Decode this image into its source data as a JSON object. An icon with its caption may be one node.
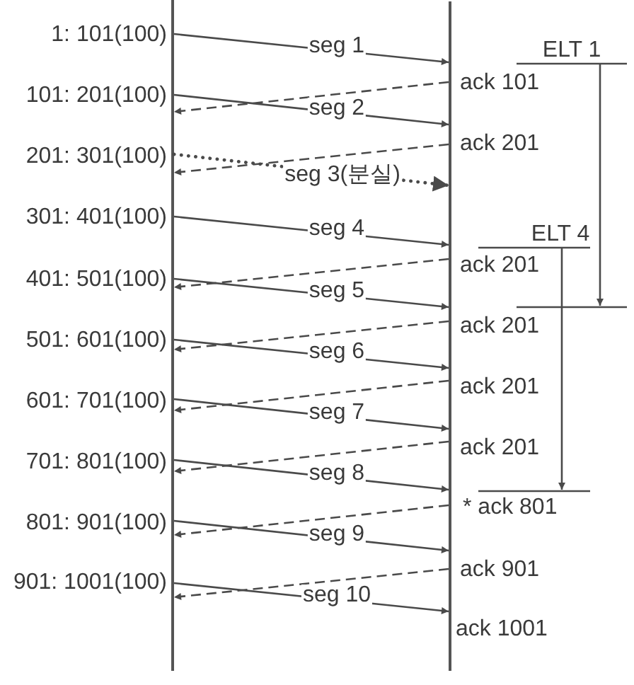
{
  "diagram": {
    "nodes": [
      {
        "text": [],
        "shape": "line"
      },
      {
        "text": [],
        "shape": "line"
      }
    ],
    "edges": [
      {
        "from": 0,
        "to": 1,
        "arrow": "to",
        "label": "seg 1"
      },
      {
        "from": 1,
        "to": 0,
        "arrow": "to",
        "style": "dashed"
      },
      {
        "from": 0,
        "to": 1,
        "arrow": "to",
        "label": "seg 2"
      },
      {
        "from": 1,
        "to": 0,
        "arrow": "to",
        "style": "dashed"
      },
      {
        "from": 0,
        "to": 1,
        "arrow": "to",
        "label": "seg 3(분실)",
        "style": "dashed"
      },
      {
        "from": 0,
        "to": 1,
        "arrow": "to",
        "label": "seg 4"
      },
      {
        "from": 1,
        "to": 0,
        "arrow": "to",
        "style": "dashed"
      },
      {
        "from": 0,
        "to": 1,
        "arrow": "to",
        "label": "seg 5"
      },
      {
        "from": 1,
        "to": 0,
        "arrow": "to",
        "style": "dashed"
      },
      {
        "from": 0,
        "to": 1,
        "arrow": "to",
        "label": "seg 6"
      },
      {
        "from": 1,
        "to": 0,
        "arrow": "to",
        "style": "dashed"
      },
      {
        "from": 0,
        "to": 1,
        "arrow": "to",
        "label": "seg 7"
      },
      {
        "from": 1,
        "to": 0,
        "arrow": "to",
        "style": "dashed"
      },
      {
        "from": 0,
        "to": 1,
        "arrow": "to",
        "label": "seg 8"
      },
      {
        "from": 1,
        "to": 0,
        "arrow": "to",
        "style": "dashed"
      },
      {
        "from": 0,
        "to": 1,
        "arrow": "to",
        "label": "seg 9"
      },
      {
        "from": 1,
        "to": 0,
        "arrow": "to",
        "style": "dashed"
      },
      {
        "from": 0,
        "to": 1,
        "arrow": "to",
        "label": "seg 10"
      }
    ],
    "labels": [
      "1: 101(100)",
      "ELT 1",
      "ack 101",
      "101: 201(100)",
      "ack 201",
      "201: 301(100)",
      "301: 401(100)",
      "ELT 4",
      "ack 201",
      "401: 501(100)",
      "ack 201",
      "501: 601(100)",
      "ack 201",
      "601: 701(100)",
      "ack 201",
      "701: 801(100)",
      "* ack 801",
      "801: 901(100)",
      "ack 901",
      "901: 1001(100)",
      "ack 1001"
    ]
  }
}
